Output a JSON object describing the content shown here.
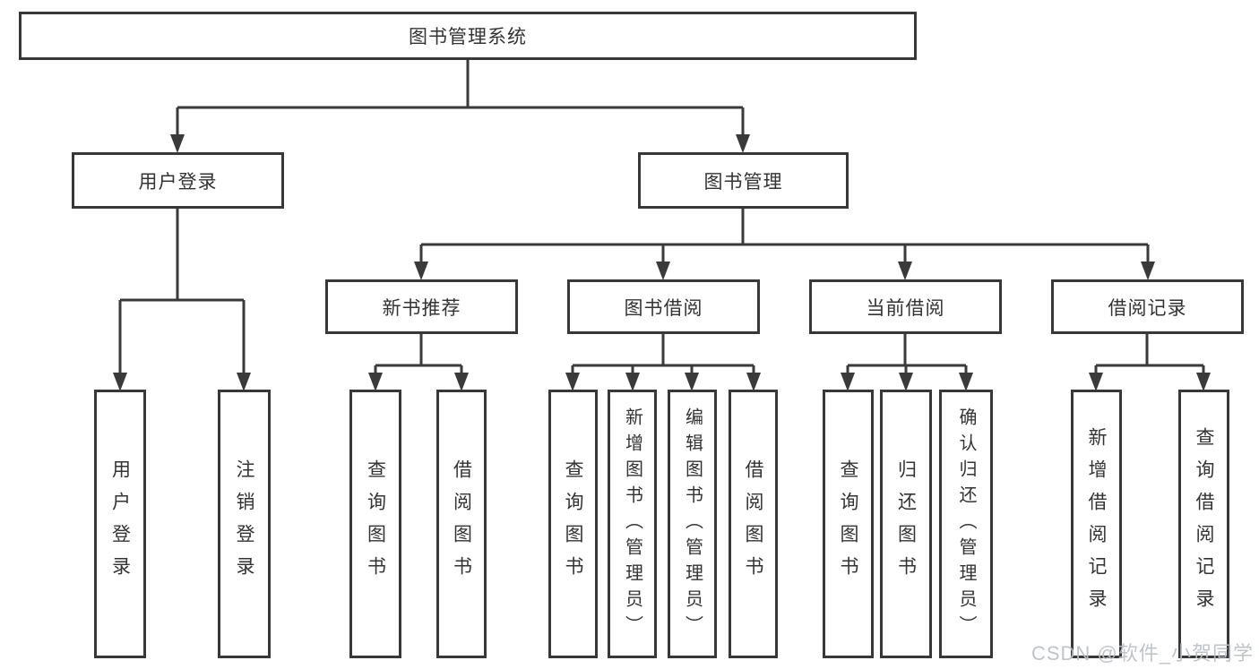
{
  "diagram": {
    "root": {
      "label": "图书管理系统"
    },
    "branches": [
      {
        "label": "用户登录",
        "children": [
          {
            "label": "用户登录"
          },
          {
            "label": "注销登录"
          }
        ]
      },
      {
        "label": "图书管理",
        "children": [
          {
            "label": "新书推荐",
            "children": [
              {
                "label": "查询图书"
              },
              {
                "label": "借阅图书"
              }
            ]
          },
          {
            "label": "图书借阅",
            "children": [
              {
                "label": "查询图书"
              },
              {
                "label": "新增图书（管理员）"
              },
              {
                "label": "编辑图书（管理员）"
              },
              {
                "label": "借阅图书"
              }
            ]
          },
          {
            "label": "当前借阅",
            "children": [
              {
                "label": "查询图书"
              },
              {
                "label": "归还图书"
              },
              {
                "label": "确认归还（管理员）"
              }
            ]
          },
          {
            "label": "借阅记录",
            "children": [
              {
                "label": "新增借阅记录"
              },
              {
                "label": "查询借阅记录"
              }
            ]
          }
        ]
      }
    ],
    "watermark": "CSDN @软件_小贺同学",
    "colors": {
      "line": "#3a3a3a",
      "border": "#383838",
      "text": "#333333",
      "watermark": "#bac0c7",
      "background": "#ffffff"
    }
  }
}
